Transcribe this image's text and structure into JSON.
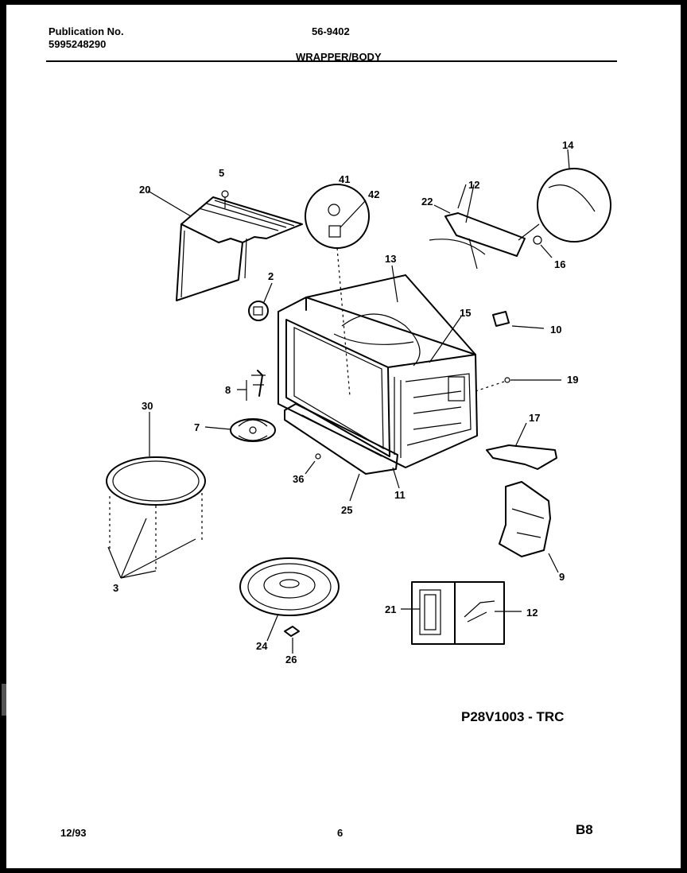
{
  "header": {
    "publication_label": "Publication No.",
    "publication_number": "5995248290",
    "model": "56-9402",
    "section_title": "WRAPPER/BODY"
  },
  "footer": {
    "date": "12/93",
    "page": "6",
    "page_code": "B8",
    "diagram_code": "P28V1003 - TRC"
  },
  "callouts": {
    "c2": "2",
    "c3": "3",
    "c5": "5",
    "c7": "7",
    "c8": "8",
    "c9": "9",
    "c10": "10",
    "c11": "11",
    "c12a": "12",
    "c12b": "12",
    "c13": "13",
    "c14": "14",
    "c15": "15",
    "c16": "16",
    "c17": "17",
    "c19": "19",
    "c20": "20",
    "c21": "21",
    "c22": "22",
    "c24": "24",
    "c25": "25",
    "c26": "26",
    "c30": "30",
    "c36": "36",
    "c41": "41",
    "c42": "42"
  }
}
